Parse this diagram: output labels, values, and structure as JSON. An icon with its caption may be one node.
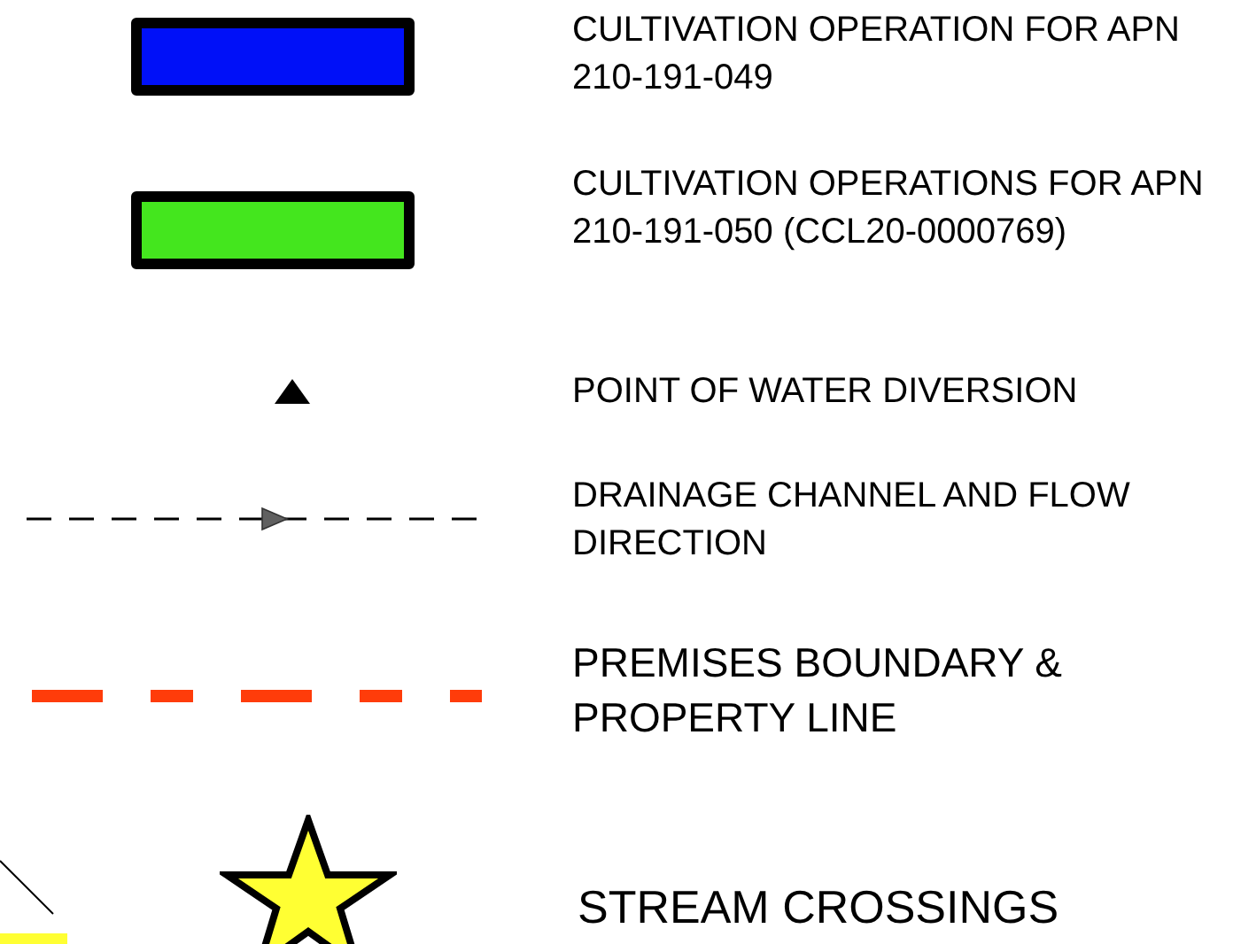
{
  "diagram": {
    "legend": [
      {
        "text": "CULTIVATION OPERATION FOR APN 210-191-049",
        "color": "#0010f8"
      },
      {
        "text": "CULTIVATION OPERATIONS FOR APN 210-191-050 (CCL20-0000769)",
        "color": "#44e61e"
      },
      {
        "text": "POINT OF WATER DIVERSION"
      },
      {
        "text": "DRAINAGE CHANNEL AND FLOW DIRECTION"
      },
      {
        "text": "PREMISES BOUNDARY & PROPERTY LINE"
      },
      {
        "text": "STREAM CROSSINGS"
      }
    ]
  }
}
